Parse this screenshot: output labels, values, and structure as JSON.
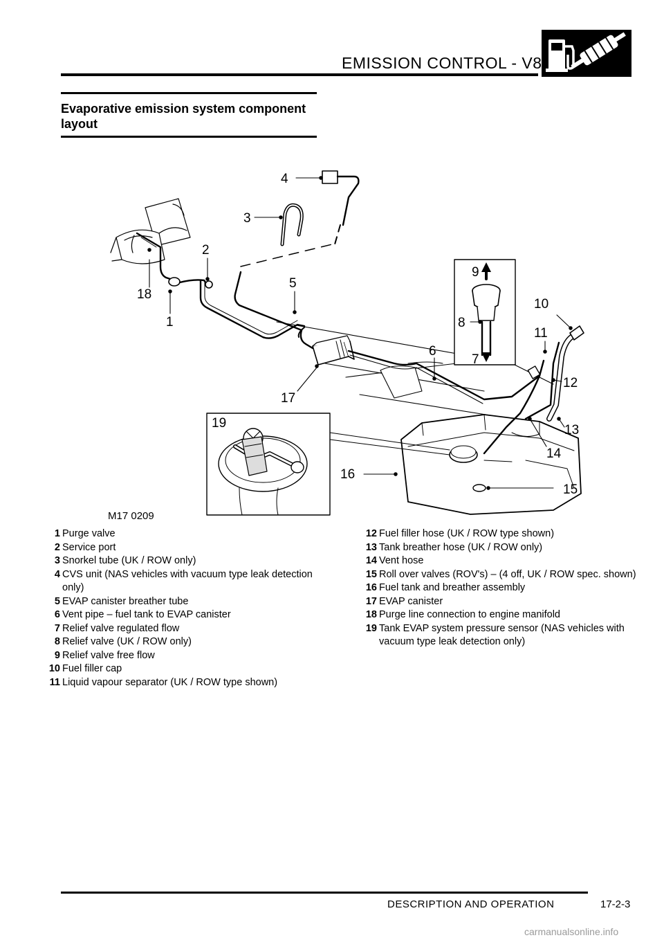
{
  "header": {
    "title": "EMISSION CONTROL - V8",
    "icon": "fuel-pump-and-exhaust-icon"
  },
  "section": {
    "title": "Evaporative emission system component layout"
  },
  "figure": {
    "ref": "M17 0209",
    "callouts": {
      "c1": "1",
      "c2": "2",
      "c3": "3",
      "c4": "4",
      "c5": "5",
      "c6": "6",
      "c7": "7",
      "c8": "8",
      "c9": "9",
      "c10": "10",
      "c11": "11",
      "c12": "12",
      "c13": "13",
      "c14": "14",
      "c15": "15",
      "c16": "16",
      "c17": "17",
      "c18": "18",
      "c19": "19"
    }
  },
  "legend_left": [
    {
      "num": "1",
      "text": "Purge valve"
    },
    {
      "num": "2",
      "text": "Service port"
    },
    {
      "num": "3",
      "text": "Snorkel tube (UK / ROW only)"
    },
    {
      "num": "4",
      "text": "CVS unit (NAS vehicles with vacuum type leak detection only)"
    },
    {
      "num": "5",
      "text": "EVAP canister breather tube"
    },
    {
      "num": "6",
      "text": "Vent pipe – fuel tank to EVAP canister"
    },
    {
      "num": "7",
      "text": "Relief valve regulated flow"
    },
    {
      "num": "8",
      "text": "Relief valve (UK / ROW only)"
    },
    {
      "num": "9",
      "text": "Relief valve free flow"
    },
    {
      "num": "10",
      "text": "Fuel filler cap"
    },
    {
      "num": "11",
      "text": "Liquid vapour separator (UK / ROW type shown)"
    }
  ],
  "legend_right": [
    {
      "num": "12",
      "text": "Fuel filler hose (UK / ROW type shown)"
    },
    {
      "num": "13",
      "text": "Tank breather hose (UK / ROW only)"
    },
    {
      "num": "14",
      "text": "Vent hose"
    },
    {
      "num": "15",
      "text": "Roll over valves (ROV's) – (4 off, UK / ROW spec. shown)"
    },
    {
      "num": "16",
      "text": "Fuel tank and breather assembly"
    },
    {
      "num": "17",
      "text": "EVAP canister"
    },
    {
      "num": "18",
      "text": "Purge line connection to engine manifold"
    },
    {
      "num": "19",
      "text": "Tank EVAP system pressure sensor (NAS vehicles with vacuum type leak detection only)"
    }
  ],
  "footer": {
    "section": "DESCRIPTION AND OPERATION",
    "page": "17-2-3"
  },
  "watermark": "carmanualsonline.info"
}
